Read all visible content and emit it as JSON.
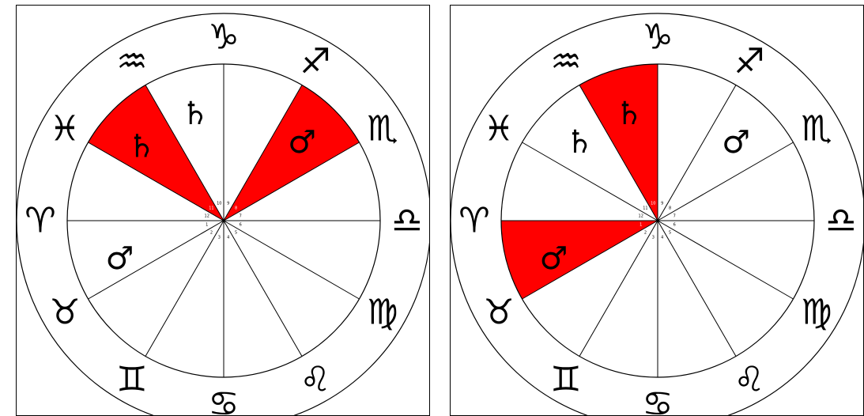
{
  "charts": [
    {
      "id": "left",
      "signs": [
        {
          "glyph": "♑",
          "name": "capricorn",
          "at": 0
        },
        {
          "glyph": "♐",
          "name": "sagittarius",
          "at": 30
        },
        {
          "glyph": "♏",
          "name": "scorpio",
          "at": 60
        },
        {
          "glyph": "♎",
          "name": "libra",
          "at": 90
        },
        {
          "glyph": "♍",
          "name": "virgo",
          "at": 120
        },
        {
          "glyph": "♌",
          "name": "leo",
          "at": 150
        },
        {
          "glyph": "♋",
          "name": "cancer",
          "at": 180
        },
        {
          "glyph": "♊",
          "name": "gemini",
          "at": 210
        },
        {
          "glyph": "♉",
          "name": "taurus",
          "at": 240
        },
        {
          "glyph": "♈",
          "name": "aries",
          "at": 270
        },
        {
          "glyph": "♓",
          "name": "pisces",
          "at": 300
        },
        {
          "glyph": "♒",
          "name": "aquarius",
          "at": 330
        }
      ],
      "houses": [
        {
          "label": "1",
          "at": 255,
          "highlighted": false
        },
        {
          "label": "2",
          "at": 225,
          "highlighted": false
        },
        {
          "label": "3",
          "at": 195,
          "highlighted": false
        },
        {
          "label": "4",
          "at": 165,
          "highlighted": false
        },
        {
          "label": "5",
          "at": 135,
          "highlighted": false
        },
        {
          "label": "6",
          "at": 105,
          "highlighted": false
        },
        {
          "label": "7",
          "at": 75,
          "highlighted": false
        },
        {
          "label": "8",
          "at": 45,
          "highlighted": true
        },
        {
          "label": "9",
          "at": 15,
          "highlighted": false
        },
        {
          "label": "10",
          "at": 345,
          "highlighted": false
        },
        {
          "label": "11",
          "at": 315,
          "highlighted": true
        },
        {
          "label": "12",
          "at": 285,
          "highlighted": false
        }
      ],
      "planets": [
        {
          "glyph": "♄",
          "name": "saturn",
          "at": 345
        },
        {
          "glyph": "♄",
          "name": "saturn",
          "at": 312
        },
        {
          "glyph": "♂",
          "name": "mars",
          "at": 45
        },
        {
          "glyph": "♂",
          "name": "mars",
          "at": 250
        }
      ],
      "colors": {
        "highlight": "#ff0000",
        "line": "#000000",
        "background": "#ffffff"
      }
    },
    {
      "id": "right",
      "signs": [
        {
          "glyph": "♑",
          "name": "capricorn",
          "at": 0
        },
        {
          "glyph": "♐",
          "name": "sagittarius",
          "at": 30
        },
        {
          "glyph": "♏",
          "name": "scorpio",
          "at": 60
        },
        {
          "glyph": "♎",
          "name": "libra",
          "at": 90
        },
        {
          "glyph": "♍",
          "name": "virgo",
          "at": 120
        },
        {
          "glyph": "♌",
          "name": "leo",
          "at": 150
        },
        {
          "glyph": "♋",
          "name": "cancer",
          "at": 180
        },
        {
          "glyph": "♊",
          "name": "gemini",
          "at": 210
        },
        {
          "glyph": "♉",
          "name": "taurus",
          "at": 240
        },
        {
          "glyph": "♈",
          "name": "aries",
          "at": 270
        },
        {
          "glyph": "♓",
          "name": "pisces",
          "at": 300
        },
        {
          "glyph": "♒",
          "name": "aquarius",
          "at": 330
        }
      ],
      "houses": [
        {
          "label": "1",
          "at": 255,
          "highlighted": true
        },
        {
          "label": "2",
          "at": 225,
          "highlighted": false
        },
        {
          "label": "3",
          "at": 195,
          "highlighted": false
        },
        {
          "label": "4",
          "at": 165,
          "highlighted": false
        },
        {
          "label": "5",
          "at": 135,
          "highlighted": false
        },
        {
          "label": "6",
          "at": 105,
          "highlighted": false
        },
        {
          "label": "7",
          "at": 75,
          "highlighted": false
        },
        {
          "label": "8",
          "at": 45,
          "highlighted": false
        },
        {
          "label": "9",
          "at": 15,
          "highlighted": false
        },
        {
          "label": "10",
          "at": 345,
          "highlighted": true
        },
        {
          "label": "11",
          "at": 315,
          "highlighted": false
        },
        {
          "label": "12",
          "at": 285,
          "highlighted": false
        }
      ],
      "planets": [
        {
          "glyph": "♄",
          "name": "saturn",
          "at": 345
        },
        {
          "glyph": "♄",
          "name": "saturn",
          "at": 315
        },
        {
          "glyph": "♂",
          "name": "mars",
          "at": 45
        },
        {
          "glyph": "♂",
          "name": "mars",
          "at": 250
        }
      ],
      "colors": {
        "highlight": "#ff0000",
        "line": "#000000",
        "background": "#ffffff"
      }
    }
  ]
}
